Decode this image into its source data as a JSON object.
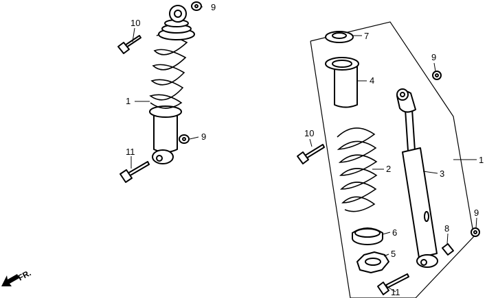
{
  "callouts": {
    "n1_left": "1",
    "n9_top": "9",
    "n10_left": "10",
    "n9_left": "9",
    "n11_left": "11",
    "n7": "7",
    "n4": "4",
    "n9_right_top": "9",
    "n10_right": "10",
    "n1_right": "1",
    "n2": "2",
    "n3": "3",
    "n6": "6",
    "n8": "8",
    "n9_right_bottom": "9",
    "n5": "5",
    "n11_right": "11"
  },
  "direction": {
    "label": "FR."
  }
}
